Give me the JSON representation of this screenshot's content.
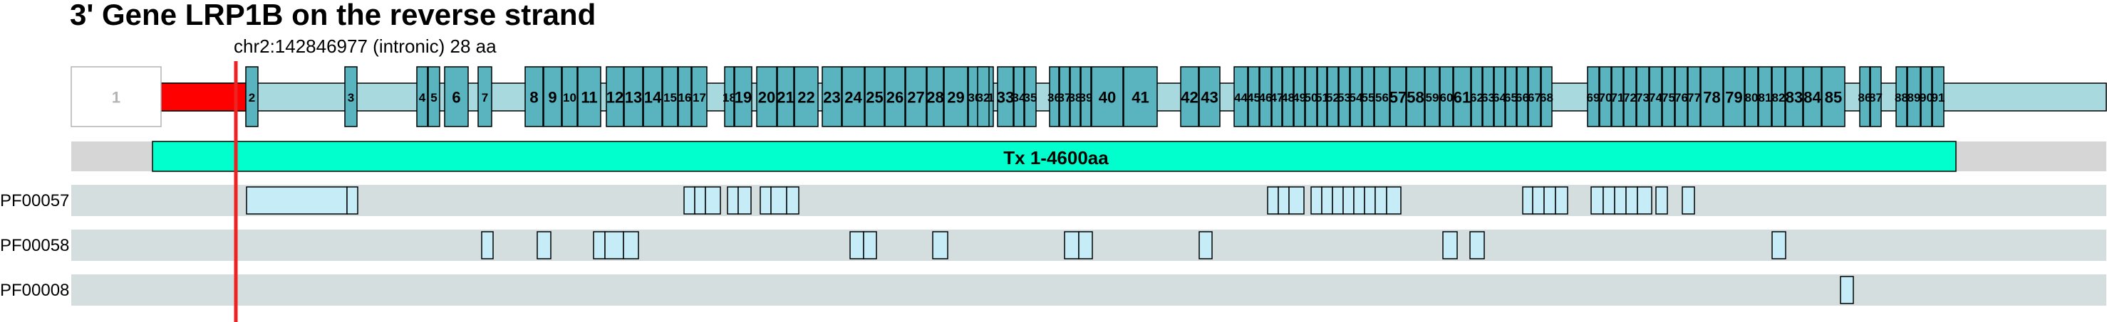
{
  "title": "3' Gene LRP1B on the reverse strand",
  "breakpoint_label": "chr2:142846977 (intronic) 28 aa",
  "colors": {
    "exon_fill": "#5ab4bf",
    "intron_bar": "#a8d9de",
    "first_exon_fill": "#ffffff",
    "first_exon_text": "#b3b3b3",
    "utr_fill": "#ff0000",
    "breakpoint_line": "#ee2222",
    "track_bg": "#d5dedf",
    "transcript_track_bg": "#d6d6d6",
    "transcript_fill": "#00ffcc",
    "domain_fill": "#c6ecf8",
    "outline": "#000000"
  },
  "exons": [
    "1",
    "2",
    "3",
    "4",
    "5",
    "6",
    "7",
    "8",
    "9",
    "10",
    "11",
    "12",
    "13",
    "14",
    "15",
    "16",
    "17",
    "18",
    "19",
    "20",
    "21",
    "22",
    "23",
    "24",
    "25",
    "26",
    "27",
    "28",
    "29",
    "30",
    "31",
    "32",
    "33",
    "34",
    "35",
    "36",
    "37",
    "38",
    "39",
    "40",
    "41",
    "42",
    "43",
    "44",
    "45",
    "46",
    "47",
    "48",
    "49",
    "50",
    "51",
    "52",
    "53",
    "54",
    "55",
    "56",
    "57",
    "58",
    "59",
    "60",
    "61",
    "62",
    "63",
    "64",
    "65",
    "66",
    "67",
    "68",
    "69",
    "70",
    "71",
    "72",
    "73",
    "74",
    "75",
    "76",
    "77",
    "78",
    "79",
    "80",
    "81",
    "82",
    "83",
    "84",
    "85",
    "86",
    "87",
    "88",
    "89",
    "90",
    "91"
  ],
  "transcript_label": "Tx 1-4600aa",
  "domain_tracks": [
    {
      "name": "PF00057"
    },
    {
      "name": "PF00058"
    },
    {
      "name": "PF00008"
    }
  ]
}
